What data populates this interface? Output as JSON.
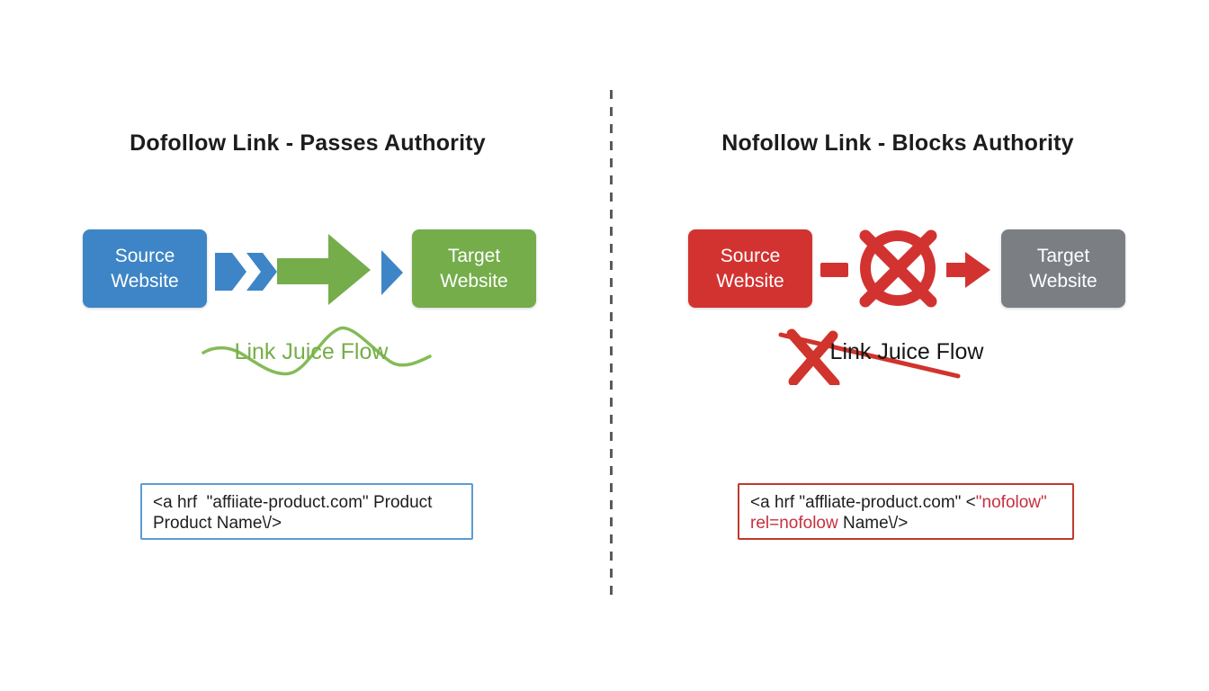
{
  "colors": {
    "source_blue": "#3d85c6",
    "target_green": "#74ad4a",
    "source_red": "#d23330",
    "target_gray": "#7b7f84",
    "wave_green": "#85bb57",
    "code_text_red": "#c5303e",
    "code_border_blue": "#5b9bd5",
    "code_border_red": "#c0392b",
    "divider_gray": "#5a5a5a"
  },
  "left": {
    "title": "Dofollow Link - Passes Authority",
    "source_box": {
      "line1": "Source",
      "line2": "Website"
    },
    "target_box": {
      "line1": "Target",
      "line2": "Website"
    },
    "flow_label": "Link Juice Flow",
    "code": {
      "line1": "<a hrf  \"affiiate-product.com\" Product",
      "line2": "Product Name\\/>"
    }
  },
  "right": {
    "title": "Nofollow Link - Blocks Authority",
    "source_box": {
      "line1": "Source",
      "line2": "Website"
    },
    "target_box": {
      "line1": "Target",
      "line2": "Website"
    },
    "flow_label": "Link Juice Flow",
    "code": {
      "line1_black": "<a hrf \"affliate-product.com\" <",
      "line1_red": "\"nofolow\"",
      "line2_red": "rel=nofolow",
      "line2_black": " Name\\/>"
    }
  }
}
